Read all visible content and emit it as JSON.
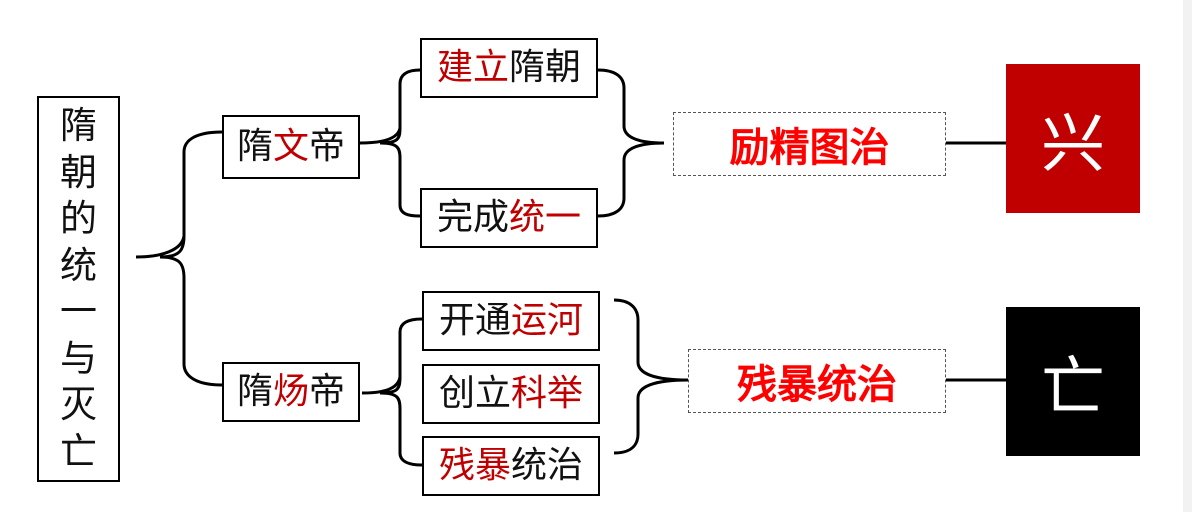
{
  "title": [
    "隋",
    "朝",
    "的",
    "统",
    "一",
    "与",
    "灭",
    "亡"
  ],
  "emperors": [
    {
      "pre": "隋",
      "mid": "文",
      "post": "帝"
    },
    {
      "pre": "隋",
      "mid": "炀",
      "post": "帝"
    }
  ],
  "deeds_wen": [
    {
      "red": "建立",
      "black": "隋朝"
    },
    {
      "black": "完成",
      "red": "统一"
    }
  ],
  "deeds_yang": [
    {
      "black": "开通",
      "red": "运河"
    },
    {
      "black": "创立",
      "red": "科举"
    },
    {
      "red": "残暴",
      "black": "统治"
    }
  ],
  "summaries": {
    "wen": "励精图治",
    "yang": "残暴统治"
  },
  "outcomes": {
    "rise": "兴",
    "fall": "亡"
  },
  "colors": {
    "accent_red": "#c00000",
    "bright_red": "#ff0000",
    "rise_bg": "#c00000",
    "fall_bg": "#000000"
  }
}
